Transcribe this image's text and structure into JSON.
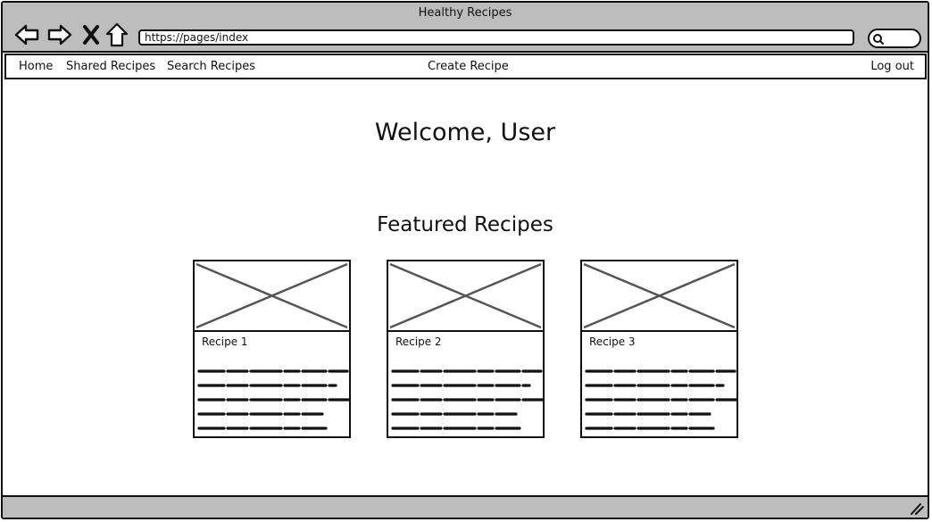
{
  "window": {
    "title": "Healthy Recipes"
  },
  "toolbar": {
    "url": "https://pages/index",
    "icons": [
      "back-arrow-icon",
      "forward-arrow-icon",
      "close-x-icon",
      "home-icon",
      "search-icon"
    ]
  },
  "navbar": {
    "home": "Home",
    "shared": "Shared Recipes",
    "search": "Search Recipes",
    "create": "Create Recipe",
    "logout": "Log out"
  },
  "main": {
    "welcome": "Welcome, User",
    "featured_title": "Featured Recipes",
    "recipes": [
      {
        "name": "Recipe 1"
      },
      {
        "name": "Recipe 2"
      },
      {
        "name": "Recipe 3"
      }
    ]
  },
  "colors": {
    "chrome": "#bdbdbd",
    "ink": "#111111",
    "placeholder": "#555555"
  }
}
